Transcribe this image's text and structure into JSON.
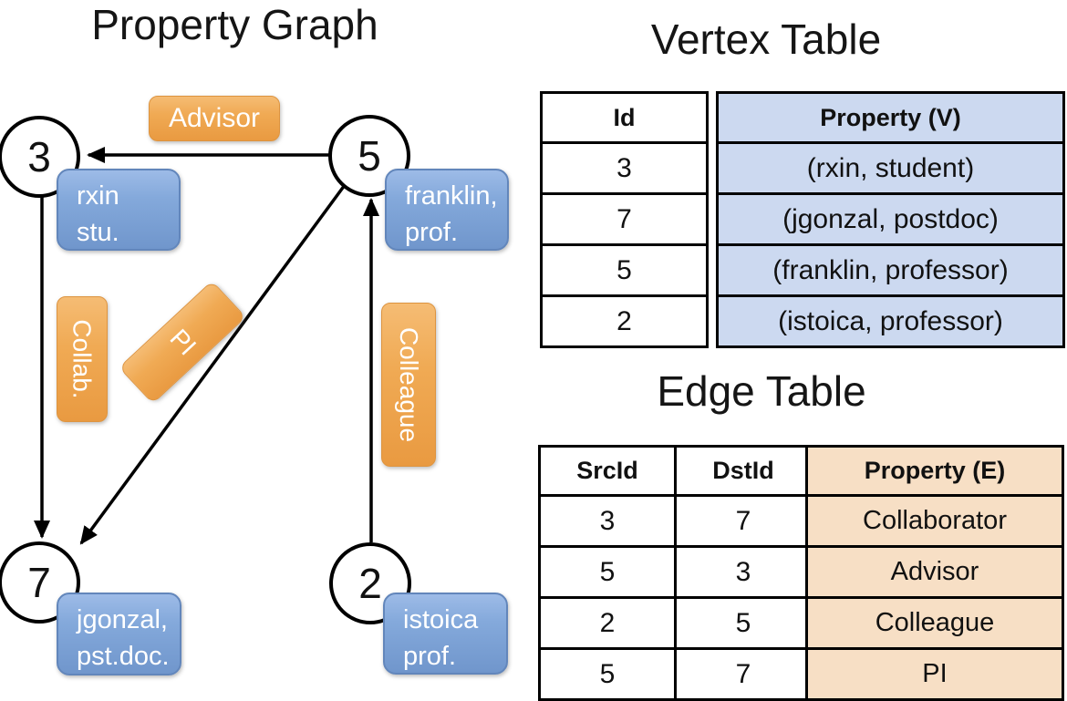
{
  "graph": {
    "title": "Property Graph",
    "nodes": [
      {
        "id": "3",
        "line1": "rxin",
        "line2": "stu."
      },
      {
        "id": "5",
        "line1": "franklin,",
        "line2": "prof."
      },
      {
        "id": "7",
        "line1": "jgonzal,",
        "line2": "pst.doc."
      },
      {
        "id": "2",
        "line1": "istoica",
        "line2": "prof."
      }
    ],
    "edge_labels": {
      "advisor": "Advisor",
      "collab": "Collab.",
      "pi": "PI",
      "colleague": "Colleague"
    }
  },
  "vertex_table": {
    "title": "Vertex Table",
    "headers": {
      "id": "Id",
      "property": "Property (V)"
    },
    "rows": [
      {
        "id": "3",
        "property": "(rxin, student)"
      },
      {
        "id": "7",
        "property": "(jgonzal, postdoc)"
      },
      {
        "id": "5",
        "property": "(franklin, professor)"
      },
      {
        "id": "2",
        "property": "(istoica, professor)"
      }
    ]
  },
  "edge_table": {
    "title": "Edge Table",
    "headers": {
      "src": "SrcId",
      "dst": "DstId",
      "property": "Property (E)"
    },
    "rows": [
      {
        "src": "3",
        "dst": "7",
        "property": "Collaborator"
      },
      {
        "src": "5",
        "dst": "3",
        "property": "Advisor"
      },
      {
        "src": "2",
        "dst": "5",
        "property": "Colleague"
      },
      {
        "src": "5",
        "dst": "7",
        "property": "PI"
      }
    ]
  },
  "colors": {
    "edge_label_orange": "#eda14e",
    "vertex_label_blue": "#7fa4d8",
    "vertex_table_property_bg": "#ccd9f0",
    "edge_table_property_bg": "#f7dfc5",
    "line_color": "#000000"
  }
}
